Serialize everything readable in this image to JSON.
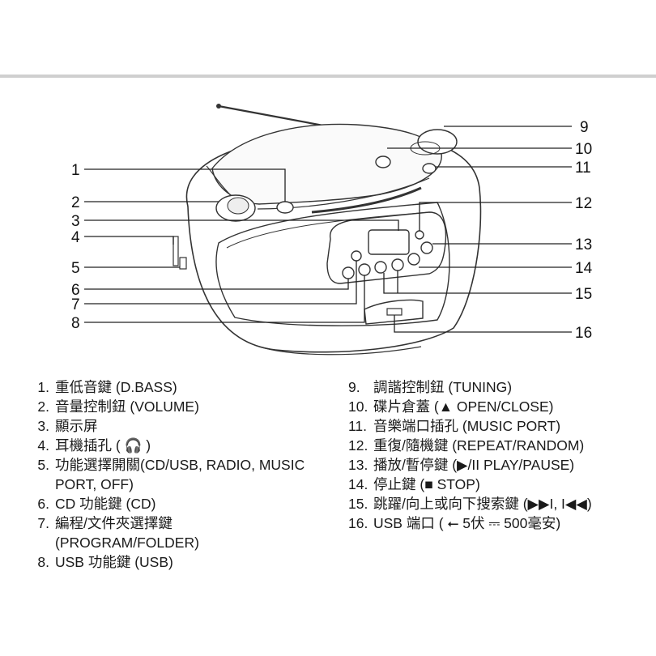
{
  "diagram": {
    "callouts": [
      "1",
      "2",
      "3",
      "4",
      "5",
      "6",
      "7",
      "8",
      "9",
      "10",
      "11",
      "12",
      "13",
      "14",
      "15",
      "16"
    ]
  },
  "parts_left": [
    {
      "num": "1.",
      "text": "重低音鍵 (D.BASS)"
    },
    {
      "num": "2.",
      "text": "音量控制鈕 (VOLUME)"
    },
    {
      "num": "3.",
      "text": "顯示屏"
    },
    {
      "num": "4.",
      "text": "耳機插孔 ( 🎧 )"
    },
    {
      "num": "5.",
      "text": "功能選擇開關(CD/USB, RADIO, MUSIC\nPORT, OFF)"
    },
    {
      "num": "6.",
      "text": "CD 功能鍵 (CD)"
    },
    {
      "num": "7.",
      "text": "編程/文件夾選擇鍵\n(PROGRAM/FOLDER)"
    },
    {
      "num": "8.",
      "text": "USB 功能鍵 (USB)"
    }
  ],
  "parts_right": [
    {
      "num": "9.",
      "text": "調諧控制鈕 (TUNING)"
    },
    {
      "num": "10.",
      "text": "碟片倉蓋 (▲ OPEN/CLOSE)"
    },
    {
      "num": "11.",
      "text": "音樂端口插孔 (MUSIC PORT)"
    },
    {
      "num": "12.",
      "text": "重復/隨機鍵 (REPEAT/RANDOM)"
    },
    {
      "num": "13.",
      "text": "播放/暫停鍵 (▶/II PLAY/PAUSE)"
    },
    {
      "num": "14.",
      "text": "停止鍵 (■ STOP)"
    },
    {
      "num": "15.",
      "text": "跳躍/向上或向下搜索鍵 (▶▶I, I◀◀)"
    },
    {
      "num": "16.",
      "text": "USB 端口 ( ⭠ 5伏 ⎓ 500毫安)"
    }
  ]
}
